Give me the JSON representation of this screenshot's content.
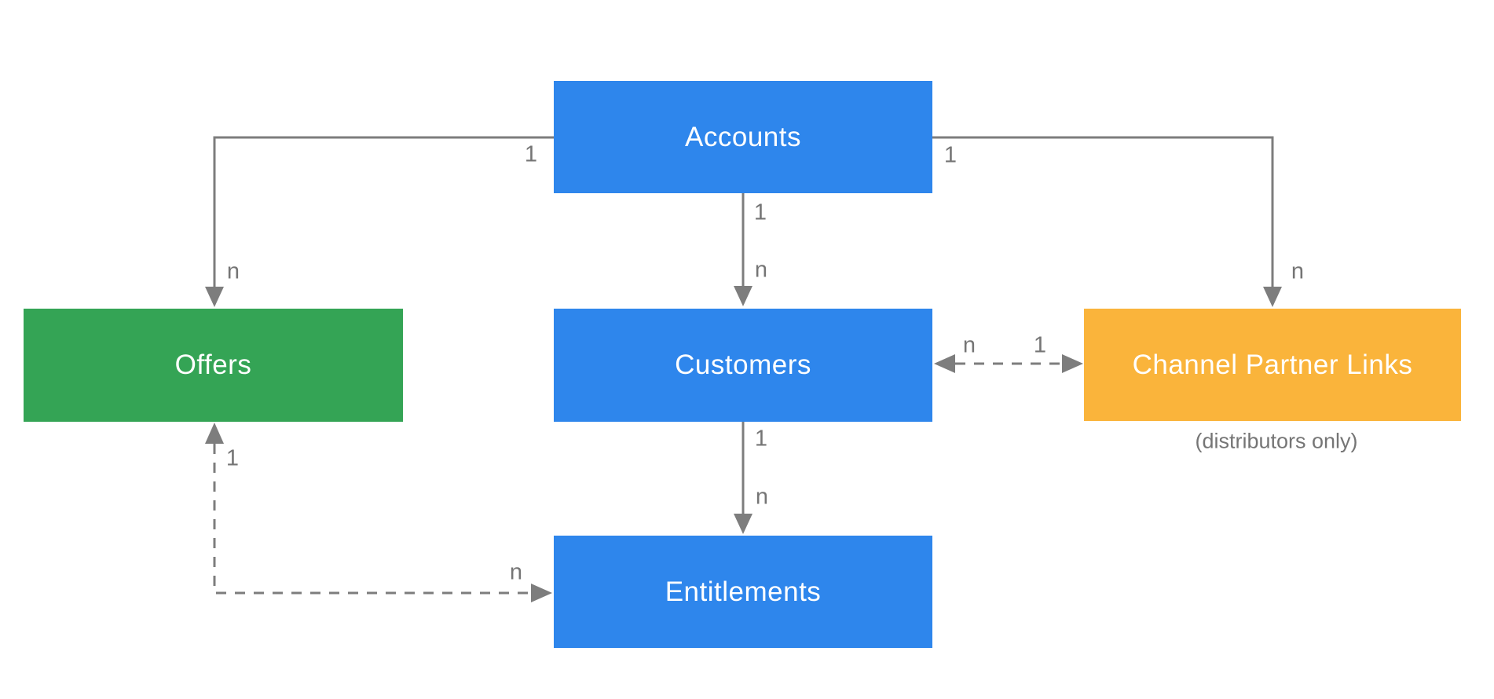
{
  "diagram": {
    "entities": [
      {
        "id": "accounts",
        "label": "Accounts",
        "color": "#2E86EC"
      },
      {
        "id": "offers",
        "label": "Offers",
        "color": "#34A455"
      },
      {
        "id": "customers",
        "label": "Customers",
        "color": "#2E86EC"
      },
      {
        "id": "channel-partner-links",
        "label": "Channel Partner Links",
        "color": "#FAB43B",
        "note": "(distributors only)"
      },
      {
        "id": "entitlements",
        "label": "Entitlements",
        "color": "#2E86EC"
      }
    ],
    "relationships": [
      {
        "from": "Accounts",
        "to": "Offers",
        "from_label": "1",
        "to_label": "n",
        "line": "solid",
        "arrows": "to"
      },
      {
        "from": "Accounts",
        "to": "Customers",
        "from_label": "1",
        "to_label": "n",
        "line": "solid",
        "arrows": "to"
      },
      {
        "from": "Accounts",
        "to": "Channel Partner Links",
        "from_label": "1",
        "to_label": "n",
        "line": "solid",
        "arrows": "to"
      },
      {
        "from": "Customers",
        "to": "Channel Partner Links",
        "from_label": "n",
        "to_label": "1",
        "line": "dashed",
        "arrows": "both"
      },
      {
        "from": "Customers",
        "to": "Entitlements",
        "from_label": "1",
        "to_label": "n",
        "line": "solid",
        "arrows": "to"
      },
      {
        "from": "Offers",
        "to": "Entitlements",
        "from_label": "1",
        "to_label": "n",
        "line": "dashed",
        "arrows": "both"
      }
    ],
    "colors": {
      "background": "#FFFFFF",
      "entity_text": "#FFFFFF",
      "connector": "#7D7D7D",
      "label_text": "#757575"
    }
  }
}
